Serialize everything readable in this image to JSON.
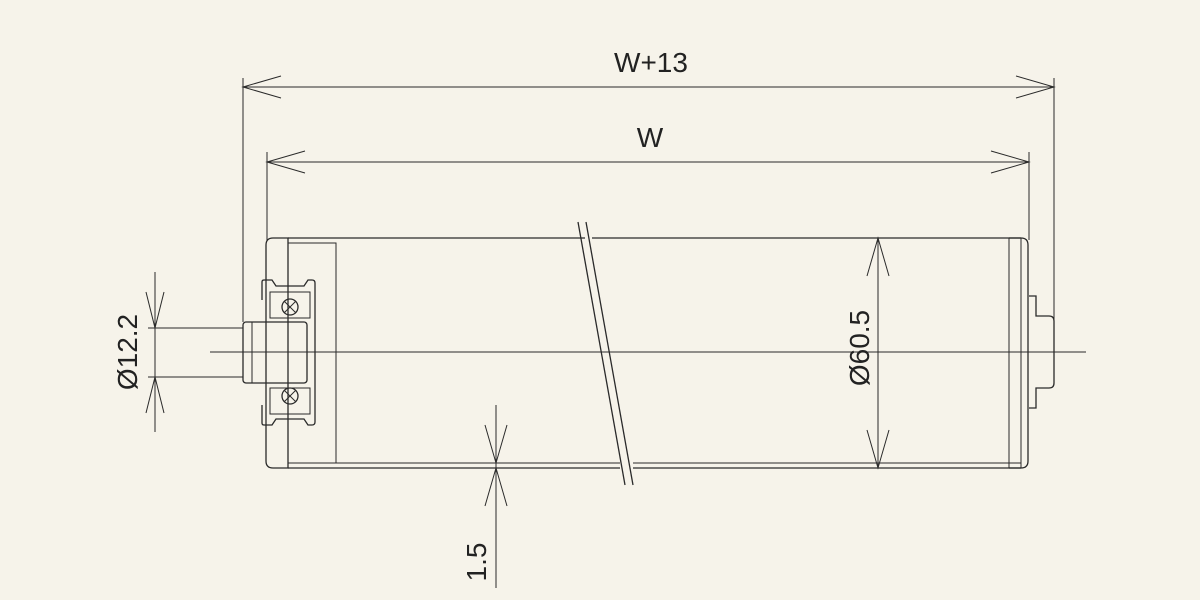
{
  "drawing": {
    "dimensions": {
      "overall_width": "W+13",
      "tube_width": "W",
      "shaft_diameter": "Ø12.2",
      "tube_diameter": "Ø60.5",
      "wall_thickness": "1.5"
    }
  }
}
